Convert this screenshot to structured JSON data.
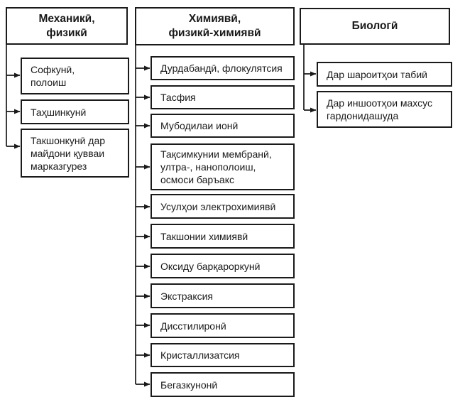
{
  "diagram": {
    "columns": [
      {
        "header": "Механикӣ,\nфизикӣ",
        "items": [
          "Софкунӣ,\nполоиш",
          "Таҳшинкунӣ",
          "Такшонкунӣ дар\nмайдони қувваи\nмарказгурез"
        ]
      },
      {
        "header": "Химиявӣ,\nфизикӣ-химиявӣ",
        "items": [
          "Дурдабандӣ, флокулятсия",
          "Тасфия",
          "Мубодилаи ионӣ",
          "Тақсимкунии мембранӣ,\nултра-, нанополоиш,\nосмоси баръакс",
          "Усулҳои электрохимиявӣ",
          "Такшонии химиявӣ",
          "Оксиду барқароркунӣ",
          "Экстраксия",
          "Дисстилиронӣ",
          "Кристаллизатсия",
          "Бегазкунонӣ"
        ]
      },
      {
        "header": "Биологӣ",
        "items": [
          "Дар шароитҳои табиӣ",
          "Дар иншоотҳои махсус\nгардонидашуда"
        ]
      }
    ],
    "colors": {
      "border": "#1a1a1a",
      "text": "#1a1a1a",
      "background": "#ffffff"
    }
  }
}
